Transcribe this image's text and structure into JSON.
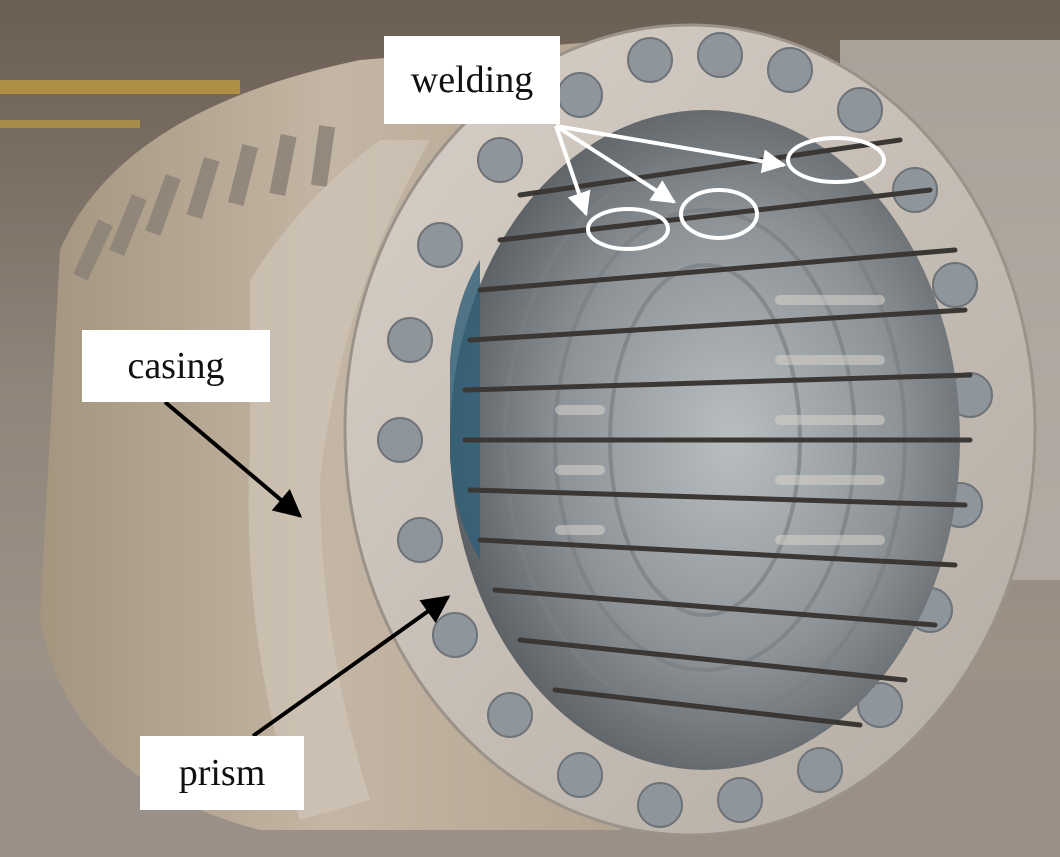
{
  "annotations": {
    "welding": "welding",
    "casing": "casing",
    "prism": "prism"
  },
  "colors": {
    "background_interior": "#8c8f91",
    "casing_metal": "#b8a898",
    "flange": "#c9c1b8",
    "callout_white": "#ffffff",
    "callout_black": "#000000"
  }
}
